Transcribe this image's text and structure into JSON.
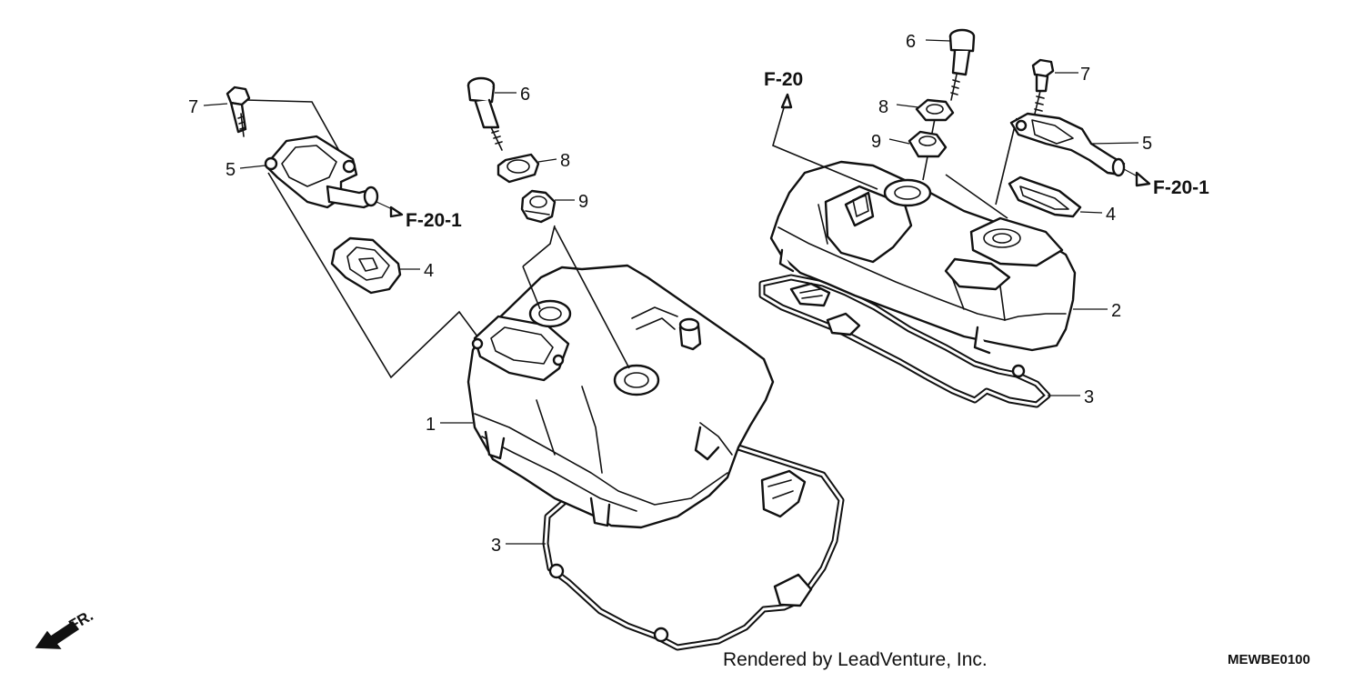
{
  "diagram": {
    "callouts": {
      "left_bolt_7": "7",
      "left_bolt_6": "6",
      "left_holder_5": "5",
      "left_washer_8": "8",
      "left_seal_9": "9",
      "left_seal_4": "4",
      "left_cover_1": "1",
      "left_gasket_3": "3",
      "right_bolt_6": "6",
      "right_bolt_7": "7",
      "right_washer_8": "8",
      "right_seal_9": "9",
      "right_holder_5": "5",
      "right_seal_4": "4",
      "right_cover_2": "2",
      "right_gasket_3": "3"
    },
    "references": {
      "left_f201": "F-20-1",
      "right_f20": "F-20",
      "right_f201": "F-20-1"
    },
    "front_indicator": "FR.",
    "credit": "Rendered by LeadVenture, Inc.",
    "diagram_code": "MEWBE0100"
  }
}
